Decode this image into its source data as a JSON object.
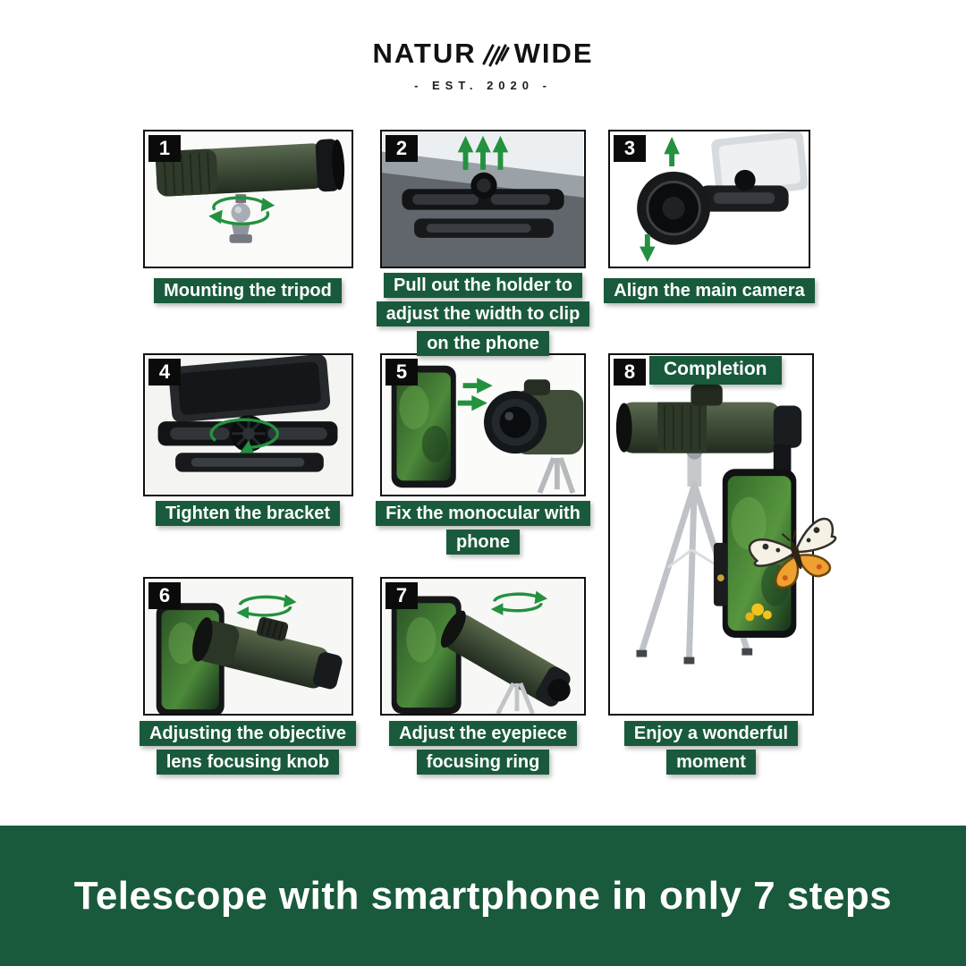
{
  "brand": {
    "name_left": "NATUR",
    "name_right": "WIDE",
    "established": "- EST. 2020 -"
  },
  "steps": [
    {
      "number": "1",
      "label": "Mounting the tripod"
    },
    {
      "number": "2",
      "label": "Pull out the holder to\nadjust the width to clip\non the phone"
    },
    {
      "number": "3",
      "label": "Align the main camera"
    },
    {
      "number": "4",
      "label": "Tighten the bracket"
    },
    {
      "number": "5",
      "label": "Fix the monocular with\nphone"
    },
    {
      "number": "6",
      "label": "Adjusting the objective\nlens focusing knob"
    },
    {
      "number": "7",
      "label": "Adjust the eyepiece\nfocusing ring"
    },
    {
      "number": "8",
      "label": "Enjoy a wonderful\nmoment",
      "badge": "Completion"
    }
  ],
  "footer": {
    "title": "Telescope with smartphone in only 7 steps"
  },
  "colors": {
    "label_green": "#195a3c",
    "banner_green": "#195a3c",
    "arrow_green": "#23913f",
    "monocular_green": "#3f4d39",
    "badge_black": "#0b0b0b"
  },
  "icons": {
    "logo_mark": "diagonal-leaf-strokes",
    "rotate_arrow": "curved-green-rotation-arrow",
    "up_arrow": "green-up-arrow",
    "down_arrow": "green-down-arrow",
    "right_arrow": "green-right-arrow",
    "butterfly": "white-orange-butterfly",
    "tripod": "silver-tripod"
  }
}
